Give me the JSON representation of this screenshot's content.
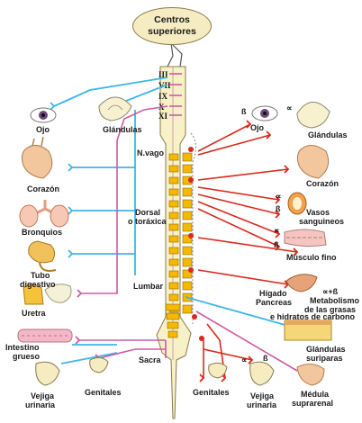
{
  "title": {
    "line1": "Centros",
    "line2": "superiores"
  },
  "cranial_nerves": [
    "III",
    "VII",
    "IX",
    "X",
    "XI"
  ],
  "segments": {
    "vagus": "N.vago",
    "dorsal_1": "Dorsal",
    "dorsal_2": "o toráxica",
    "lumbar": "Lumbar",
    "sacral": "Sacra"
  },
  "left_organs": {
    "eye": "Ojo",
    "glands": "Glándulas",
    "heart": "Corazón",
    "bronchi": "Bronquios",
    "digestive_1": "Tubo",
    "digestive_2": "digestivo",
    "ureter": "Uretra",
    "large_intestine_1": "Intestino",
    "large_intestine_2": "grueso",
    "bladder_1": "Vejiga",
    "bladder_2": "urinaria",
    "genitals": "Genitales"
  },
  "right_organs": {
    "beta_eye": "ß",
    "alpha_eye": "∝",
    "eye": "Ojo",
    "glands": "Glándulas",
    "heart": "Corazón",
    "alpha_vessels": "∝",
    "beta_vessels": "ß",
    "vessels_1": "Vasos",
    "vessels_2": "sanguineos",
    "alpha_muscle": "∝",
    "beta_muscle": "ß",
    "smooth_muscle": "Músculo fino",
    "liver": "Hígado",
    "pancreas": "Pancreas",
    "alpha_beta": "∝+ß",
    "metabolism_1": "Metabolismo",
    "metabolism_2": "de las grasas",
    "metabolism_3": "e hidratos de carbono",
    "sweat_1": "Glándulas",
    "sweat_2": "suriparas",
    "genitals": "Genitales",
    "alpha_bladder": "∝",
    "beta_bladder": "ß",
    "bladder_1": "Vejiga",
    "bladder_2": "urinaria",
    "adrenal_1": "Médula",
    "adrenal_2": "suprarenal"
  },
  "colors": {
    "parasympathetic": "#3bb6e6",
    "sympathetic": "#d9291c",
    "sacral": "#cf5aa4",
    "cord": "#f8f1c8",
    "ganglia": "#f6b800",
    "organ": "#f2c79e"
  }
}
